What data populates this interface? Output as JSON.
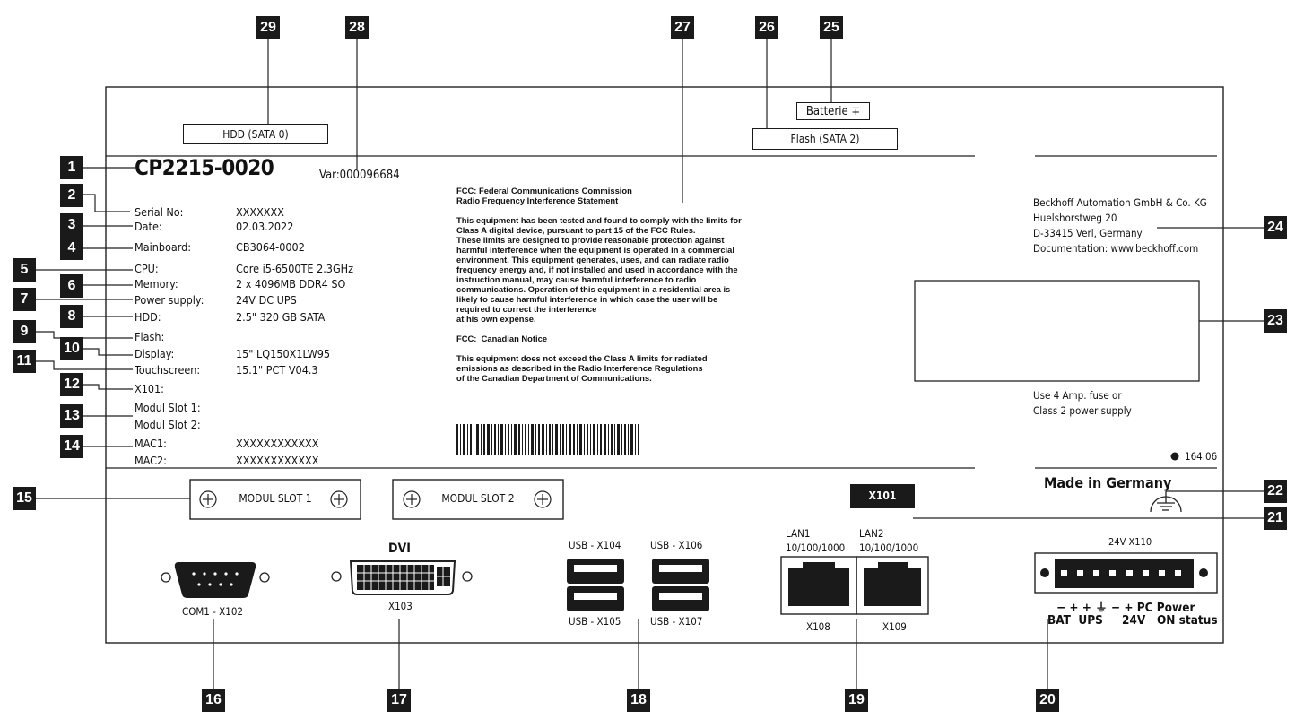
{
  "callouts": [
    "1",
    "2",
    "3",
    "4",
    "5",
    "6",
    "7",
    "8",
    "9",
    "10",
    "11",
    "12",
    "13",
    "14",
    "15",
    "16",
    "17",
    "18",
    "19",
    "20",
    "21",
    "22",
    "23",
    "24",
    "25",
    "26",
    "27",
    "28",
    "29"
  ],
  "label": {
    "model": "CP2215-0020",
    "variant": "Var:000096684",
    "hdd_box": "HDD (SATA 0)",
    "battery_box": "Batterie",
    "battery_symbol": "∓",
    "flash_box": "Flash (SATA 2)",
    "specs": [
      {
        "key": "Serial No:",
        "value": "XXXXXXX"
      },
      {
        "key": "Date:",
        "value": "02.03.2022"
      },
      {
        "key": "Mainboard:",
        "value": "CB3064-0002"
      },
      {
        "key": "CPU:",
        "value": "Core i5-6500TE 2.3GHz"
      },
      {
        "key": "Memory:",
        "value": "2 x 4096MB DDR4 SO"
      },
      {
        "key": "Power supply:",
        "value": "24V DC UPS"
      },
      {
        "key": "HDD:",
        "value": "2.5\" 320 GB SATA"
      },
      {
        "key": "Flash:",
        "value": ""
      },
      {
        "key": "Display:",
        "value": "15\" LQ150X1LW95"
      },
      {
        "key": "Touchscreen:",
        "value": "15.1\" PCT V04.3"
      },
      {
        "key": "X101:",
        "value": ""
      },
      {
        "key": "Modul Slot 1:",
        "value": ""
      },
      {
        "key": "Modul Slot 2:",
        "value": ""
      },
      {
        "key": "MAC1:",
        "value": "XXXXXXXXXXXX"
      },
      {
        "key": "MAC2:",
        "value": "XXXXXXXXXXXX"
      }
    ],
    "fcc_lines": [
      "FCC: Federal Communications Commission",
      "Radio Frequency Interference Statement",
      "",
      "This equipment has been tested and found to comply with the limits for",
      "Class A digital device, pursuant to part 15 of the FCC Rules.",
      "These limits are designed to provide reasonable protection against",
      "harmful interference when the equipment is operated in a commercial",
      "environment. This equipment generates, uses, and can radiate radio",
      "frequency energy and, if not installed and used in accordance with the",
      "instruction manual, may cause harmful interference to radio",
      "communications. Operation of this equipment in a residential area is",
      "likely to cause harmful interference in which case the user will be",
      "required to correct the interference",
      "at his own expense.",
      "",
      "FCC:  Canadian Notice",
      "",
      "This equipment does not exceed the Class A limits for radiated",
      "emissions as described in the Radio Interference Regulations",
      "of the Canadian Department of Communications."
    ],
    "manufacturer": "Beckhoff Automation GmbH & Co. KG\nHuelshorstweg 20\nD-33415 Verl, Germany\nDocumentation: www.beckhoff.com",
    "fuse_note": "Use 4 Amp. fuse or\nClass 2 power supply",
    "version": "164.06",
    "made_in": "Made in Germany"
  },
  "ports": {
    "modul_slot_1": "MODUL SLOT 1",
    "modul_slot_2": "MODUL SLOT 2",
    "x101": "X101",
    "dvi": "DVI",
    "com": "COM1 - X102",
    "dvi_id": "X103",
    "usb_x104": "USB - X104",
    "usb_x105": "USB - X105",
    "usb_x106": "USB - X106",
    "usb_x107": "USB - X107",
    "lan1": "LAN1",
    "lan2": "LAN2",
    "lan1_speed": "10/100/1000",
    "lan2_speed": "10/100/1000",
    "lan1_id": "X108",
    "lan2_id": "X109",
    "power_id": "24V X110",
    "power_symbols": "−  +  +  ⏚  −  +  PC Power",
    "power_groups": "BAT  UPS     24V   ON status"
  }
}
